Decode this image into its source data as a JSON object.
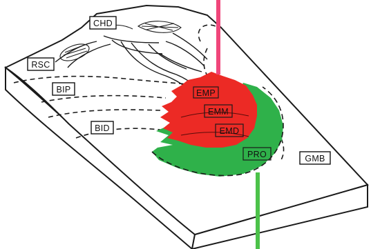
{
  "labels": {
    "chd": "CHD",
    "rsc": "RSC",
    "bip": "BIP",
    "bid": "BID",
    "emp": "EMP",
    "emm": "EMM",
    "emd": "EMD",
    "pro": "PRO",
    "gmb": "GMB"
  },
  "colors": {
    "red_zone": "#ec2a25",
    "green_zone": "#2fb14a",
    "upper_beam": "#f0467a",
    "lower_beam": "#4cc24a",
    "block_outline": "#1a1a1a",
    "background": "#ffffff"
  }
}
